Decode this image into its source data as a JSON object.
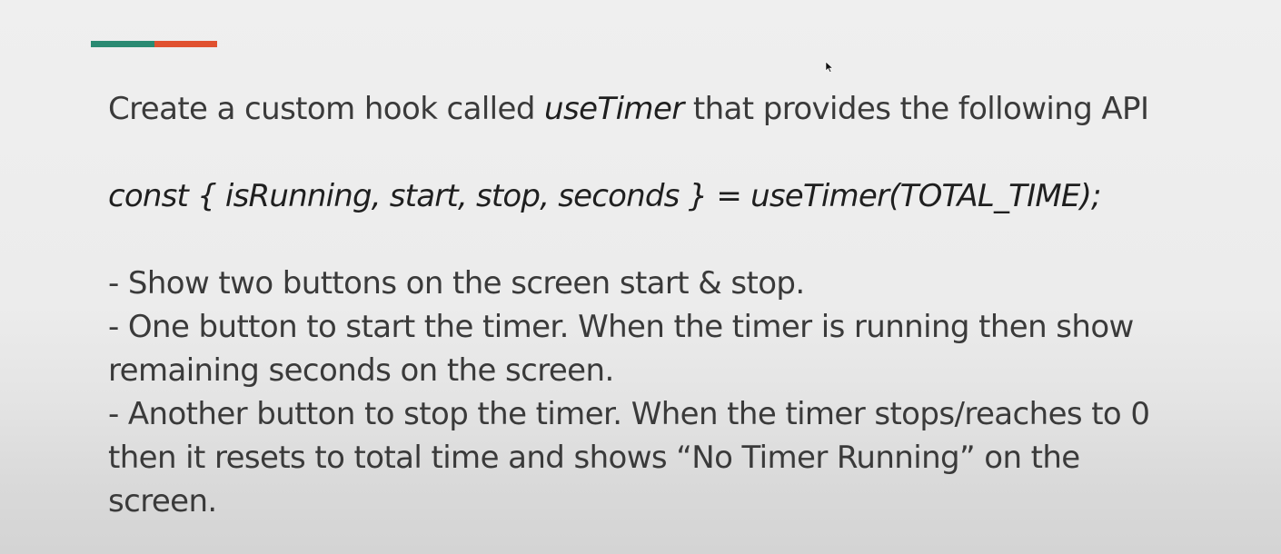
{
  "accent": {
    "colors": [
      "#2a8a72",
      "#e0512f"
    ]
  },
  "cursor": {
    "icon": "mouse-pointer-icon"
  },
  "slide": {
    "intro_before": "Create a custom hook called ",
    "intro_hook": "useTimer",
    "intro_after": " that provides the following API",
    "code": "const { isRunning, start, stop, seconds } = useTimer(TOTAL_TIME);",
    "bullets": [
      "- Show two buttons on the screen start & stop.",
      "- One button to start the timer. When the timer is running then show",
      "remaining seconds on the screen.",
      "- Another button to stop the timer. When the timer stops/reaches to 0",
      "then it resets to total time and shows “No Timer Running” on the",
      "screen."
    ]
  }
}
